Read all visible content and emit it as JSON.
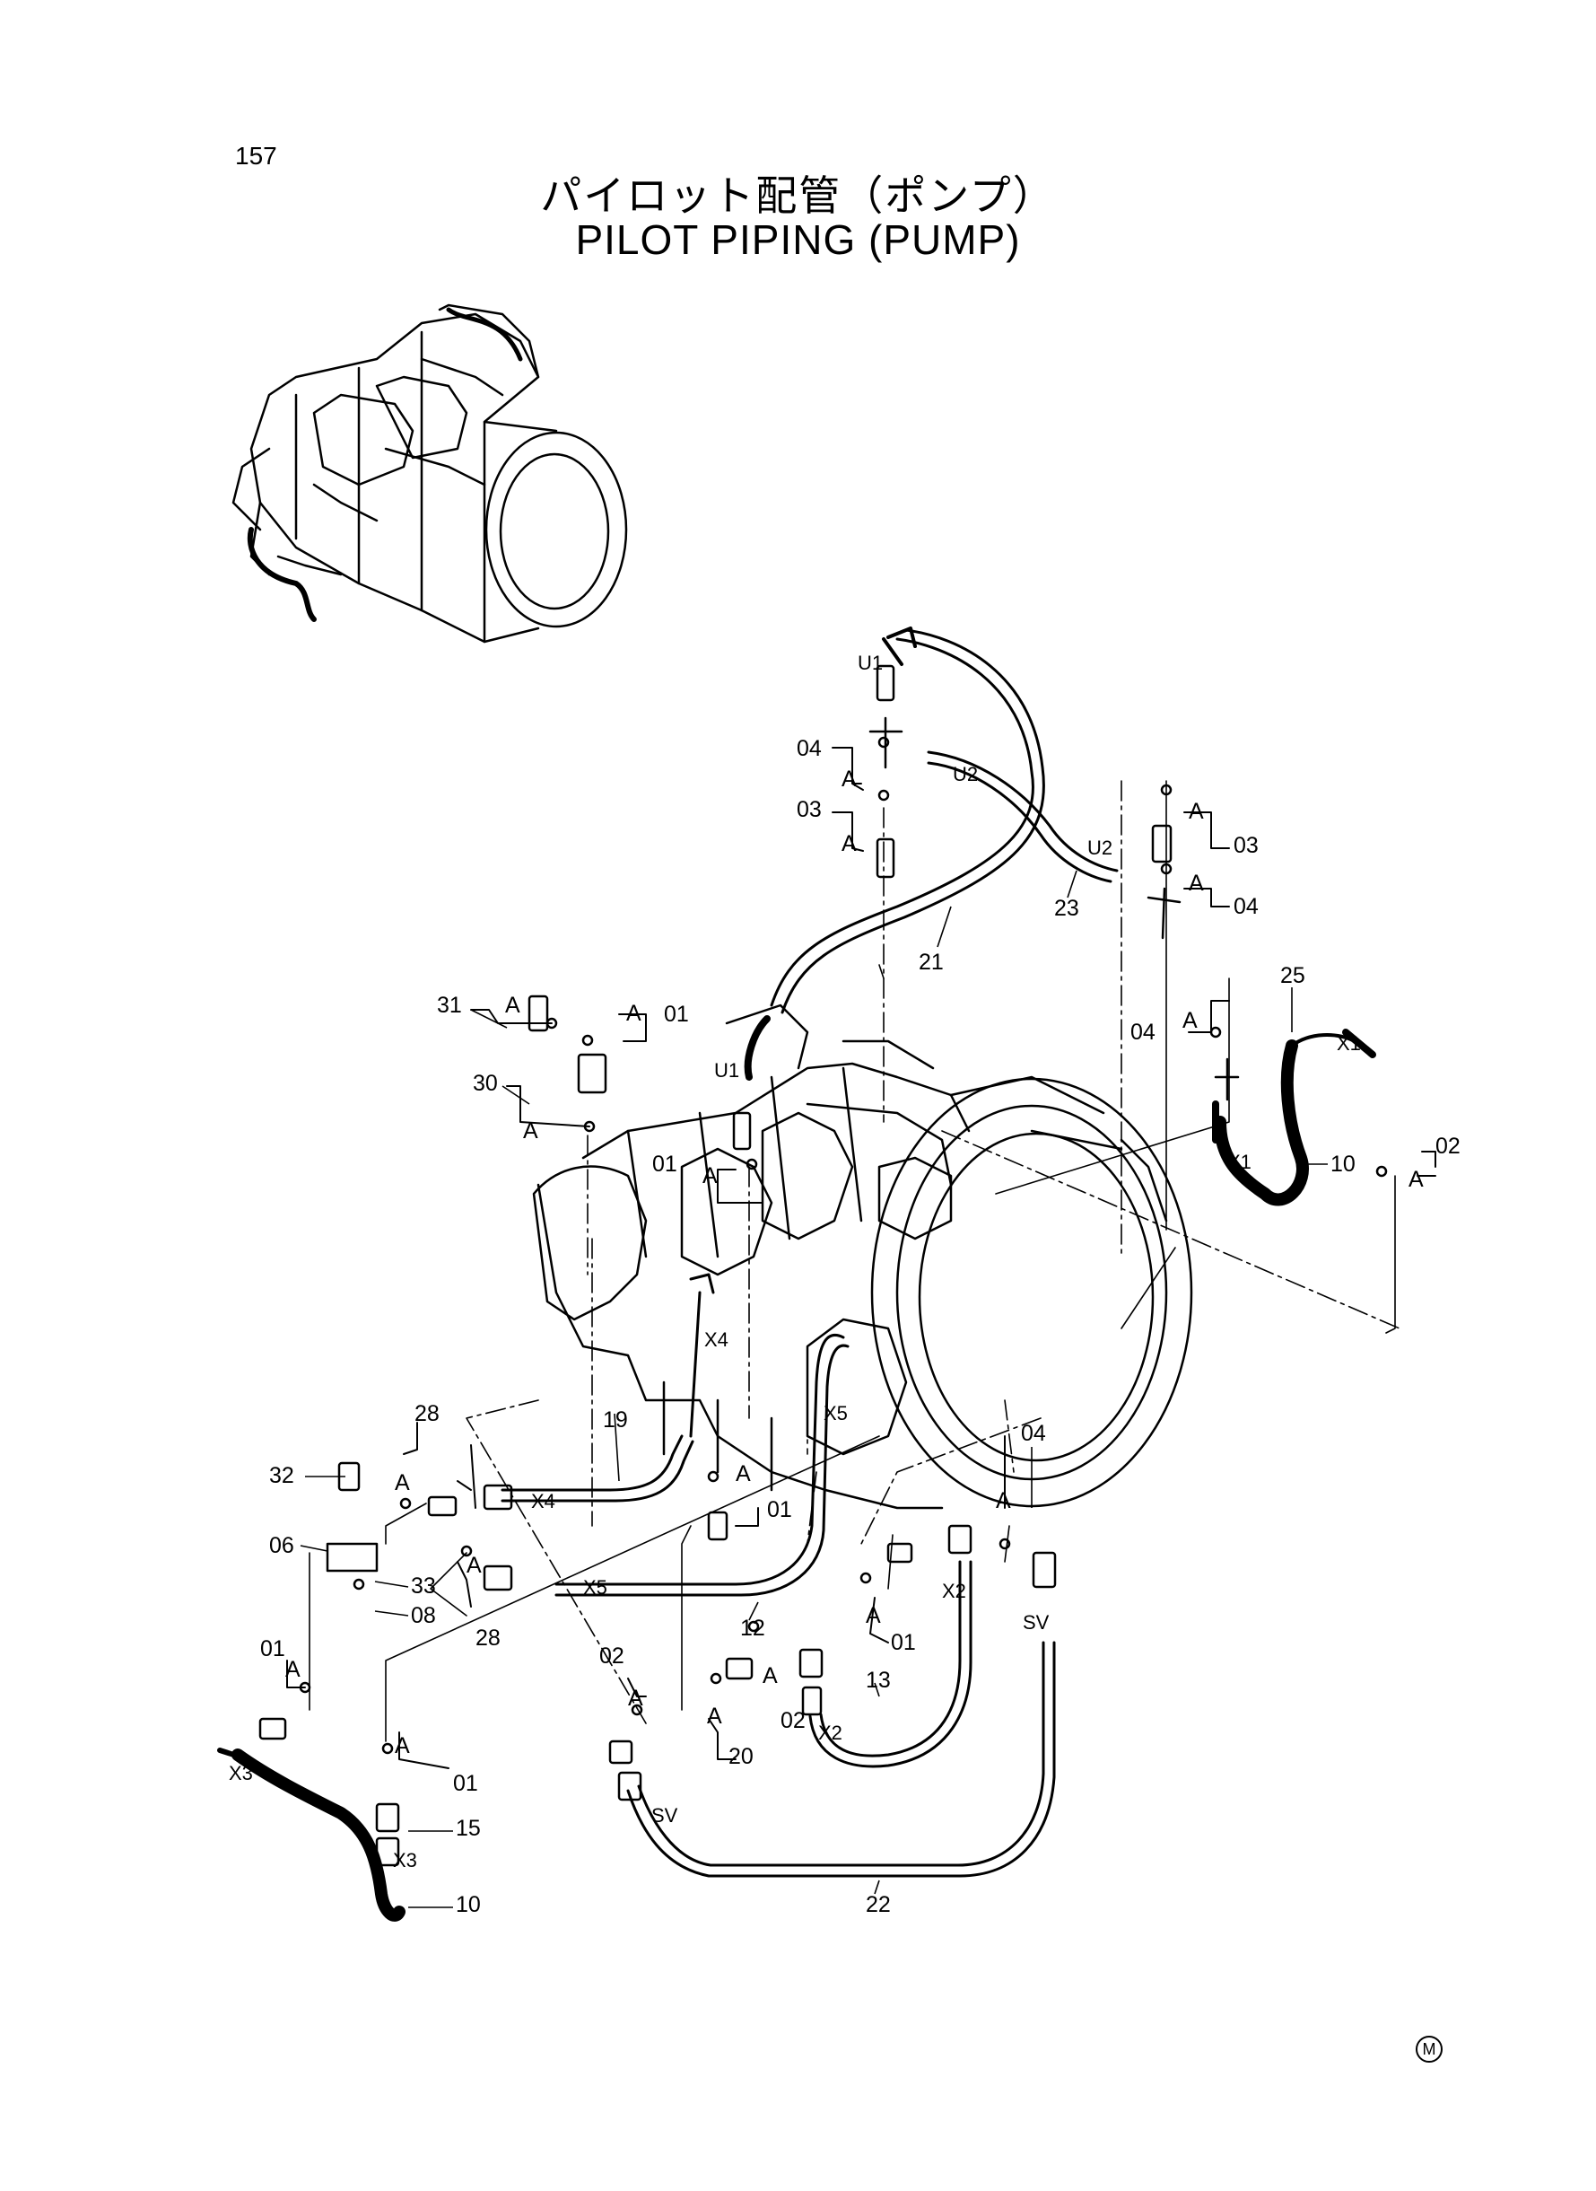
{
  "header": {
    "page_number": "157",
    "title_jp": "パイロット配管（ポンプ）",
    "title_en": "PILOT PIPING (PUMP)"
  },
  "footer": {
    "maker_mark": "M"
  },
  "port_labels": {
    "u1": "U1",
    "u2": "U2",
    "x1": "X1",
    "x2": "X2",
    "x3": "X3",
    "x4": "X4",
    "x5": "X5",
    "sv": "SV",
    "ref_a": "A"
  },
  "callouts": {
    "p01": "01",
    "p02": "02",
    "p03": "03",
    "p04": "04",
    "p06": "06",
    "p08": "08",
    "p10": "10",
    "p12": "12",
    "p13": "13",
    "p15": "15",
    "p19": "19",
    "p20": "20",
    "p21": "21",
    "p22": "22",
    "p23": "23",
    "p25": "25",
    "p28": "28",
    "p30": "30",
    "p31": "31",
    "p32": "32",
    "p33": "33"
  }
}
